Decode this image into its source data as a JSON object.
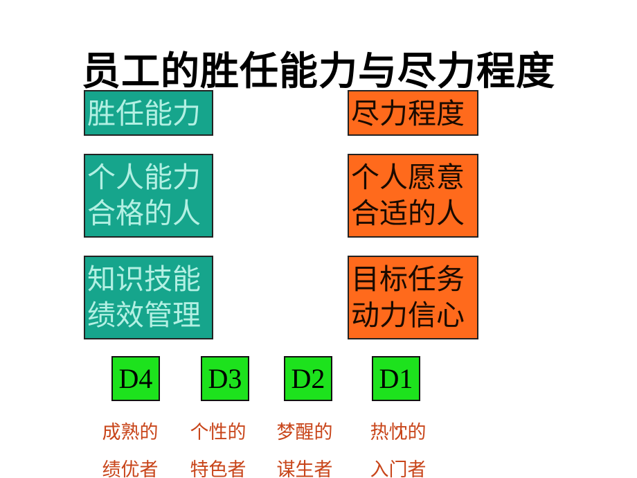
{
  "title": "员工的胜任能力与尽力程度",
  "left_column": [
    {
      "lines": [
        "胜任能力"
      ]
    },
    {
      "lines": [
        "个人能力",
        "合格的人"
      ]
    },
    {
      "lines": [
        "知识技能",
        "绩效管理"
      ]
    }
  ],
  "right_column": [
    {
      "lines": [
        "尽力程度"
      ]
    },
    {
      "lines": [
        "个人愿意",
        "合适的人"
      ]
    },
    {
      "lines": [
        "目标任务",
        "动力信心"
      ]
    }
  ],
  "levels": [
    {
      "code": "D4",
      "caption": [
        "成熟的",
        "绩优者"
      ]
    },
    {
      "code": "D3",
      "caption": [
        "个性的",
        "特色者"
      ]
    },
    {
      "code": "D2",
      "caption": [
        "梦醒的",
        "谋生者"
      ]
    },
    {
      "code": "D1",
      "caption": [
        "热忱的",
        "入门者"
      ]
    }
  ],
  "colors": {
    "left_box_bg": "#16a58c",
    "left_box_text": "#b3f0e3",
    "right_box_bg": "#ff6a1c",
    "level_box_bg": "#1de21d",
    "caption_text": "#c8451a"
  }
}
